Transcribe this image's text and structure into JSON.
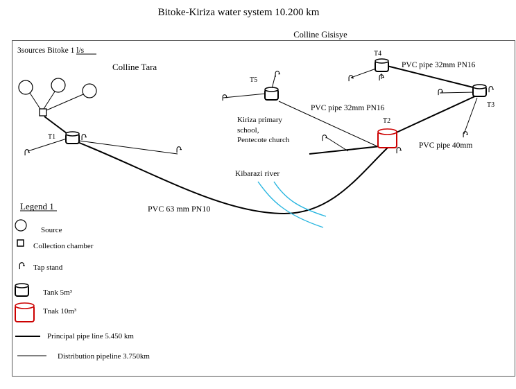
{
  "title": "Bitoke-Kiriza water system 10.200 km",
  "hill_gisisye": "Colline Gisisye",
  "hill_tara": "Colline Tara",
  "sources_label": "3sources Bitoke 1 l/s",
  "tanks": {
    "t1": "T1",
    "t2": "T2",
    "t3": "T3",
    "t4": "T4",
    "t5": "T5"
  },
  "pipes": {
    "pvc_32_top": "PVC pipe  32mm PN16",
    "pvc_32_mid": "PVC pipe  32mm PN16",
    "pvc_40": "PVC pipe  40mm",
    "pvc_63": "PVC 63 mm PN10"
  },
  "school_lines": [
    "Kiriza primary",
    "school,",
    "Pentecote church"
  ],
  "river": "Kibarazi river",
  "legend": {
    "title": "Legend 1",
    "source": "Source",
    "collection_chamber": "Collection chamber",
    "tap_stand": "Tap stand",
    "tank_small": "Tank 5m³",
    "tank_large": "Tnak 10m³",
    "principal": "Principal pipe line 5.450 km",
    "distribution": "Distribution pipeline 3.750km"
  },
  "colors": {
    "line": "#000000",
    "tank_large": "#cc0000",
    "river": "#29b6e0"
  }
}
